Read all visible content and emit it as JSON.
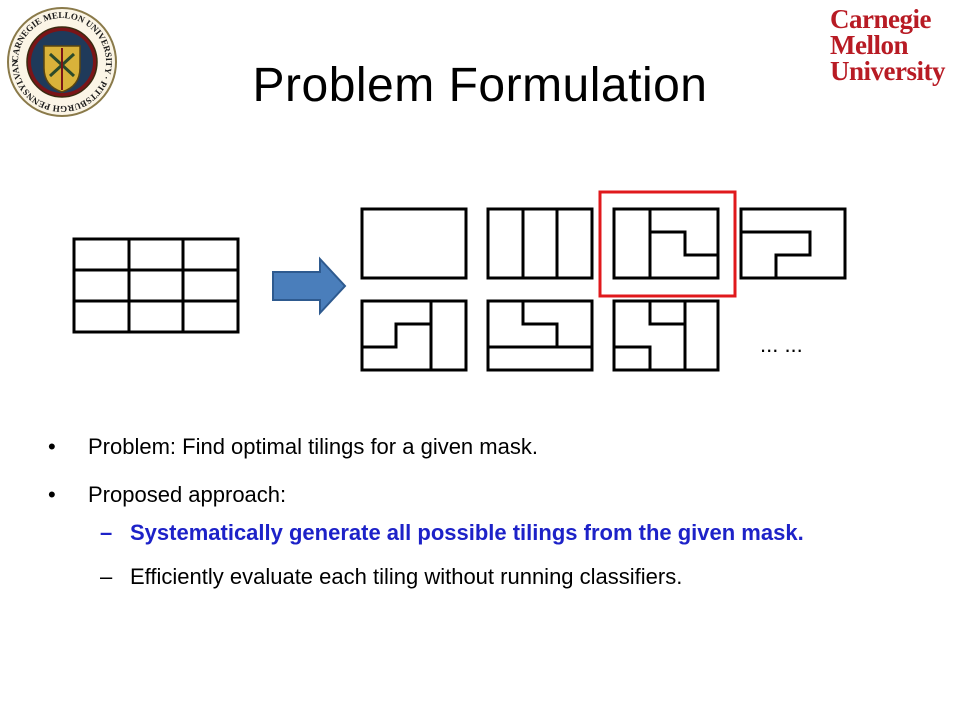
{
  "header": {
    "title": "Problem Formulation",
    "seal_text": "CARNEGIE MELLON UNIVERSITY · PITTSBURGH PENNSYLVANIA 1900",
    "logo_lines": [
      "Carnegie",
      "Mellon",
      "University"
    ]
  },
  "colors": {
    "logo_red": "#b81b24",
    "arrow_blue": "#4a7ebb",
    "highlight_box": "#e0191c",
    "emphasis_text": "#1d22c8"
  },
  "diagram": {
    "ellipsis": "... ...",
    "arrow_icon": "right-arrow-icon"
  },
  "bullets": {
    "problem": "Problem: Find optimal tilings for a given mask.",
    "approach": "Proposed approach:",
    "sub_generate": "Systematically generate all possible tilings from the given mask.",
    "sub_evaluate": "Efficiently evaluate each tiling without running classifiers."
  }
}
